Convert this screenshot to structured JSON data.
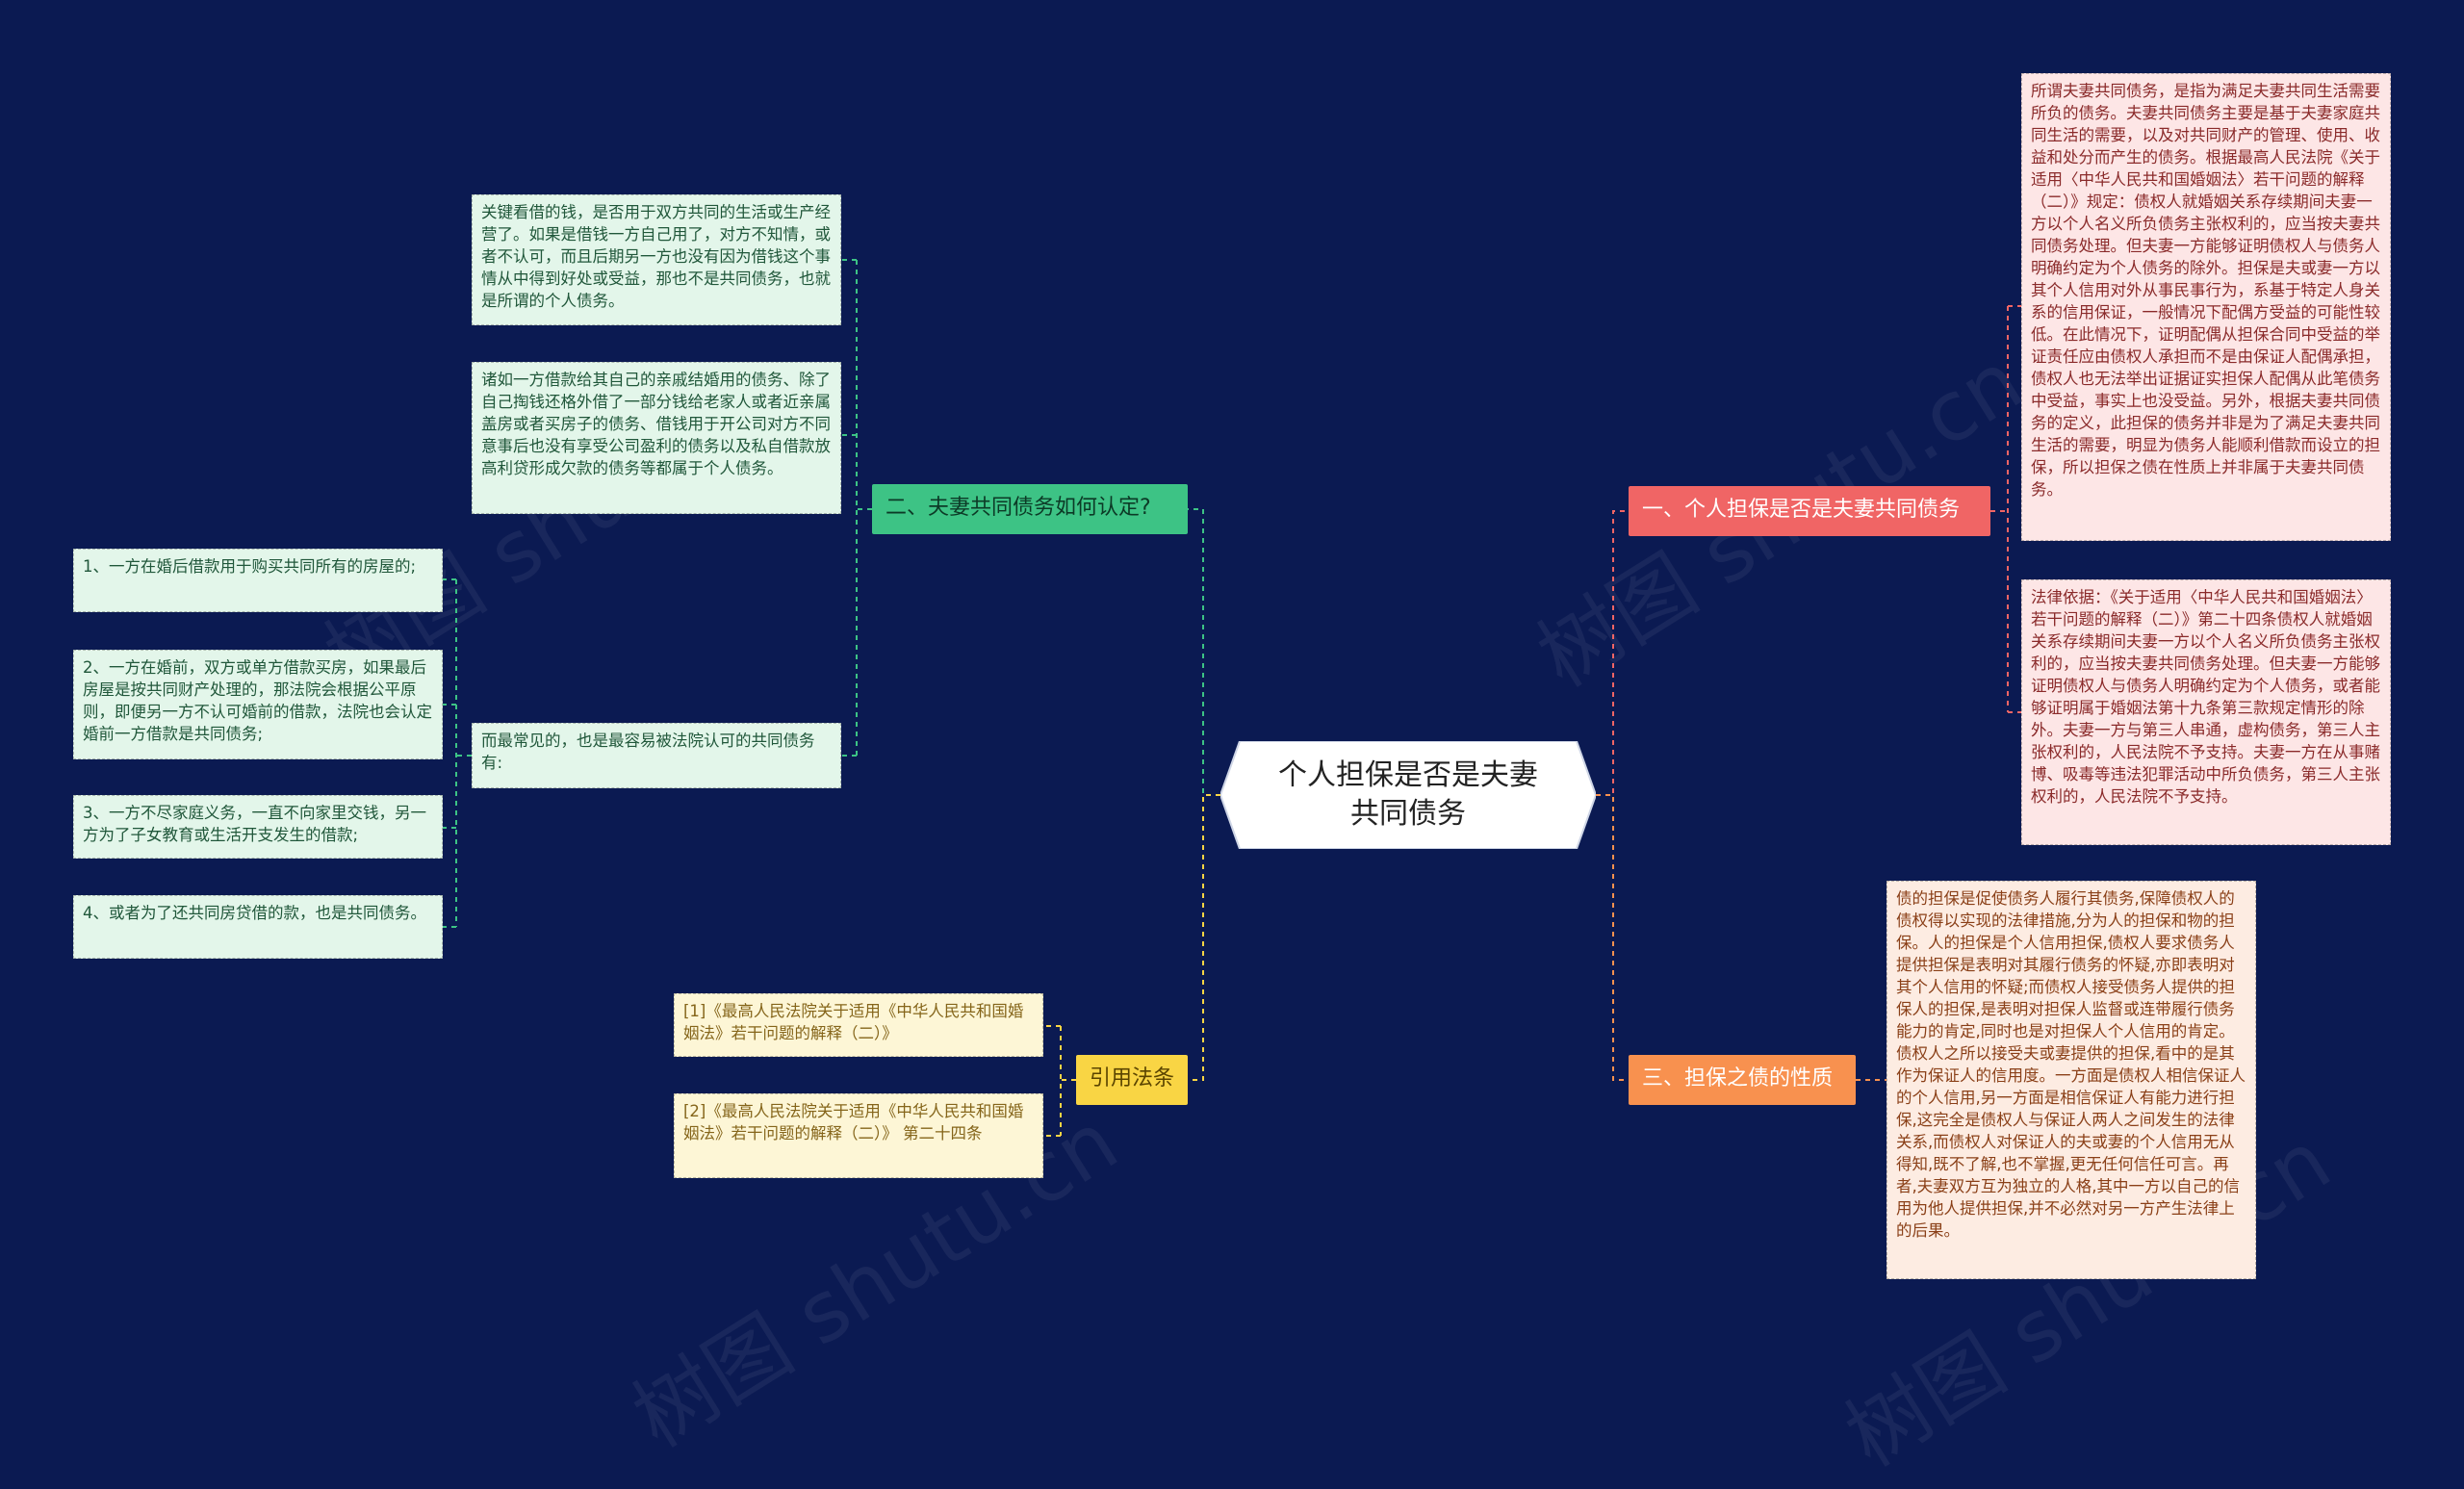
{
  "root": {
    "label": "个人担保是否是夫妻共同债务"
  },
  "branches": {
    "b1": {
      "label": "一、个人担保是否是夫妻共同债务",
      "color": "#f06565"
    },
    "b2": {
      "label": "二、夫妻共同债务如何认定?",
      "color": "#3dc385"
    },
    "b3": {
      "label": "三、担保之债的性质",
      "color": "#f8914f"
    },
    "b4": {
      "label": "引用法条",
      "color": "#f9d544"
    }
  },
  "leaves": {
    "b1_l1": "所谓夫妻共同债务，是指为满足夫妻共同生活需要所负的债务。夫妻共同债务主要是基于夫妻家庭共同生活的需要，以及对共同财产的管理、使用、收益和处分而产生的债务。根据最高人民法院《关于适用〈中华人民共和国婚姻法〉若干问题的解释（二）》规定：债权人就婚姻关系存续期间夫妻一方以个人名义所负债务主张权利的，应当按夫妻共同债务处理。但夫妻一方能够证明债权人与债务人明确约定为个人债务的除外。担保是夫或妻一方以其个人信用对外从事民事行为，系基于特定人身关系的信用保证，一般情况下配偶方受益的可能性较低。在此情况下，证明配偶从担保合同中受益的举证责任应由债权人承担而不是由保证人配偶承担，债权人也无法举出证据证实担保人配偶从此笔债务中受益，事实上也没受益。另外，根据夫妻共同债务的定义，此担保的债务并非是为了满足夫妻共同生活的需要，明显为债务人能顺利借款而设立的担保，所以担保之债在性质上并非属于夫妻共同债务。",
    "b1_l2": "法律依据：《关于适用〈中华人民共和国婚姻法〉若干问题的解释（二）》第二十四条债权人就婚姻关系存续期间夫妻一方以个人名义所负债务主张权利的，应当按夫妻共同债务处理。但夫妻一方能够证明债权人与债务人明确约定为个人债务，或者能够证明属于婚姻法第十九条第三款规定情形的除外。夫妻一方与第三人串通，虚构债务，第三人主张权利的，人民法院不予支持。夫妻一方在从事赌博、吸毒等违法犯罪活动中所负债务，第三人主张权利的，人民法院不予支持。",
    "b2_l1": "关键看借的钱，是否用于双方共同的生活或生产经营了。如果是借钱一方自己用了，对方不知情，或者不认可，而且后期另一方也没有因为借钱这个事情从中得到好处或受益，那也不是共同债务，也就是所谓的个人债务。",
    "b2_l2": "诸如一方借款给其自己的亲戚结婚用的债务、除了自己掏钱还格外借了一部分钱给老家人或者近亲属盖房或者买房子的债务、借钱用于开公司对方不同意事后也没有享受公司盈利的债务以及私自借款放高利贷形成欠款的债务等都属于个人债务。",
    "b2_l3": "而最常见的，也是最容易被法院认可的共同债务有:",
    "b2_l3_c1": "1、一方在婚后借款用于购买共同所有的房屋的;",
    "b2_l3_c2": "2、一方在婚前，双方或单方借款买房，如果最后房屋是按共同财产处理的，那法院会根据公平原则，即便另一方不认可婚前的借款，法院也会认定婚前一方借款是共同债务;",
    "b2_l3_c3": "3、一方不尽家庭义务，一直不向家里交钱，另一方为了子女教育或生活开支发生的借款;",
    "b2_l3_c4": "4、或者为了还共同房贷借的款，也是共同债务。",
    "b3_l1": "债的担保是促使债务人履行其债务,保障债权人的债权得以实现的法律措施,分为人的担保和物的担保。人的担保是个人信用担保,债权人要求债务人提供担保是表明对其履行债务的怀疑,亦即表明对其个人信用的怀疑;而债权人接受债务人提供的担保人的担保,是表明对担保人监督或连带履行债务能力的肯定,同时也是对担保人个人信用的肯定。债权人之所以接受夫或妻提供的担保,看中的是其作为保证人的信用度。一方面是债权人相信保证人的个人信用,另一方面是相信保证人有能力进行担保,这完全是债权人与保证人两人之间发生的法律关系,而债权人对保证人的夫或妻的个人信用无从得知,既不了解,也不掌握,更无任何信任可言。再者,夫妻双方互为独立的人格,其中一方以自己的信用为他人提供担保,并不必然对另一方产生法律上的后果。",
    "b4_l1": "[1]《最高人民法院关于适用《中华人民共和国婚姻法》若干问题的解释（二）》",
    "b4_l2": "[2]《最高人民法院关于适用《中华人民共和国婚姻法》若干问题的解释（二）》 第二十四条"
  },
  "watermark": "树图 shutu.cn"
}
